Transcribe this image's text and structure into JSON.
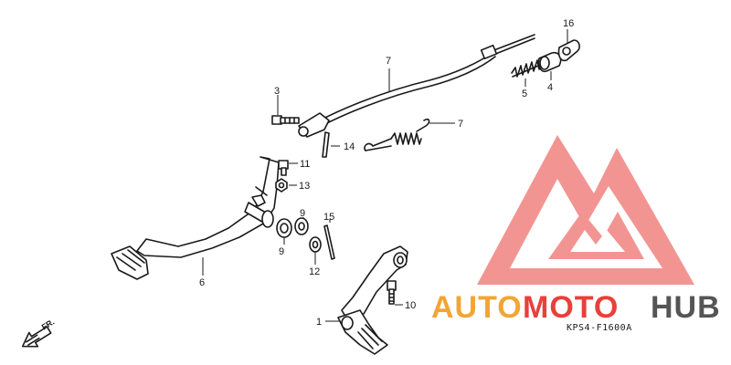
{
  "diagram": {
    "callouts": {
      "c1": "1",
      "c3": "3",
      "c4": "4",
      "c5": "5",
      "c6": "6",
      "c7a": "7",
      "c7b": "7",
      "c9a": "9",
      "c9b": "9",
      "c10": "10",
      "c11": "11",
      "c12": "12",
      "c13": "13",
      "c14": "14",
      "c15": "15",
      "c16": "16"
    },
    "diagram_code": "KPS4-F1600A",
    "front_indicator": "FR."
  },
  "watermark": {
    "brand_part1": "AUTO",
    "brand_part2": "MOTO",
    "brand_part3": "HUB",
    "colors": {
      "logo_red": "#e8403a",
      "auto_orange": "#f2a535",
      "moto_red": "#e8403a",
      "hub_dark": "#555555"
    }
  }
}
